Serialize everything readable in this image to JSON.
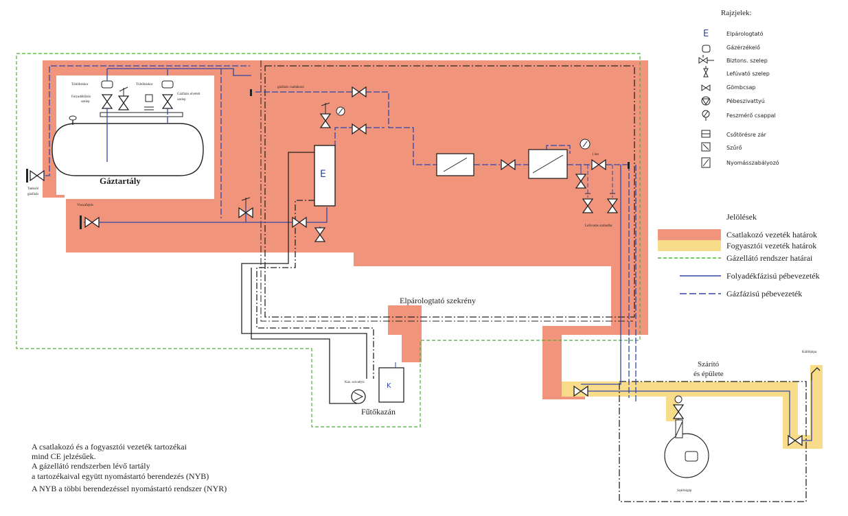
{
  "legend_symbols": {
    "title": "Rajzjelek:",
    "items": [
      {
        "label": "Elpárologtató",
        "icon": "evaporator-e-icon"
      },
      {
        "label": "Gázérzékelő",
        "icon": "gas-detector-icon"
      },
      {
        "label": "Biztons. szelep",
        "icon": "safety-valve-icon"
      },
      {
        "label": "Lefúvató szelep",
        "icon": "blowoff-valve-icon"
      },
      {
        "label": "Gömbcsap",
        "icon": "ball-valve-icon"
      },
      {
        "label": "Pébeszivattyú",
        "icon": "pump-icon"
      },
      {
        "label": "Feszmérő csappal",
        "icon": "pressure-gauge-icon"
      },
      {
        "label": "Csőtörésre zár",
        "icon": "pipe-break-shutoff-icon"
      },
      {
        "label": "Szűrő",
        "icon": "filter-icon"
      },
      {
        "label": "Nyomásszabályozó",
        "icon": "pressure-regulator-icon"
      }
    ]
  },
  "legend_lines": {
    "title": "Jelölések",
    "items": [
      {
        "label": "Csatlakozó vezeték határok",
        "style": "band",
        "color": "#f0957c"
      },
      {
        "label": "Fogyasztói vezeték határok",
        "style": "band",
        "color": "#f9dc8a"
      },
      {
        "label": "Gázellátó rendszer határai",
        "style": "dashed",
        "color": "#45b32e"
      },
      {
        "label": "Folyadékfázisú pébevezeték",
        "style": "solid",
        "color": "#3046a6"
      },
      {
        "label": "Gázfázisú pébevezeték",
        "style": "dashdot",
        "color": "#3046a6"
      }
    ]
  },
  "diagram": {
    "tank_label": "Gáztartály",
    "cabinet_label": "Elpárologtató szekrény",
    "evaporator_letter": "E",
    "boiler_label": "Fűtőkazán",
    "boiler_letter": "K",
    "building_label_1": "Szárító",
    "building_label_2": "és épülete",
    "small": {
      "tank_filler_1": "Tankoló",
      "tank_filler_2": "gázfázis",
      "return_valve": "Visszafejtés",
      "overfill_1": "Túltöltéskor",
      "overfill_2": "Túltöltéskor",
      "liquid_valve_1": "Folyadékfázis",
      "liquid_valve_2": "szelep",
      "gas_valve_1": "Gázfázis elvételi",
      "gas_valve_2": "szelep",
      "gas_inlet": "gázfázis csatlakozó",
      "blowoff": "Lefúvatás szabadba",
      "pressure": "1 bar",
      "pump": "Kaz. szivattyú",
      "outlet": "Kiállópipa",
      "burner": "Szárítógép"
    }
  },
  "notes": [
    "A csatlakozó és a fogyasztói vezeték tartozékai",
    "mind CE jelzésűek.",
    "A gázellátó rendszerben lévő tartály",
    "a tartozékaival együtt nyomástartó berendezés (NYB)",
    "A NYB a többi berendezéssel nyomástartó rendszer (NYR)"
  ],
  "colors": {
    "connecting_band": "#f0957c",
    "consumer_band": "#f9dc8a",
    "supply_boundary": "#45b32e",
    "pipe": "#3046a6",
    "black": "#222222"
  }
}
